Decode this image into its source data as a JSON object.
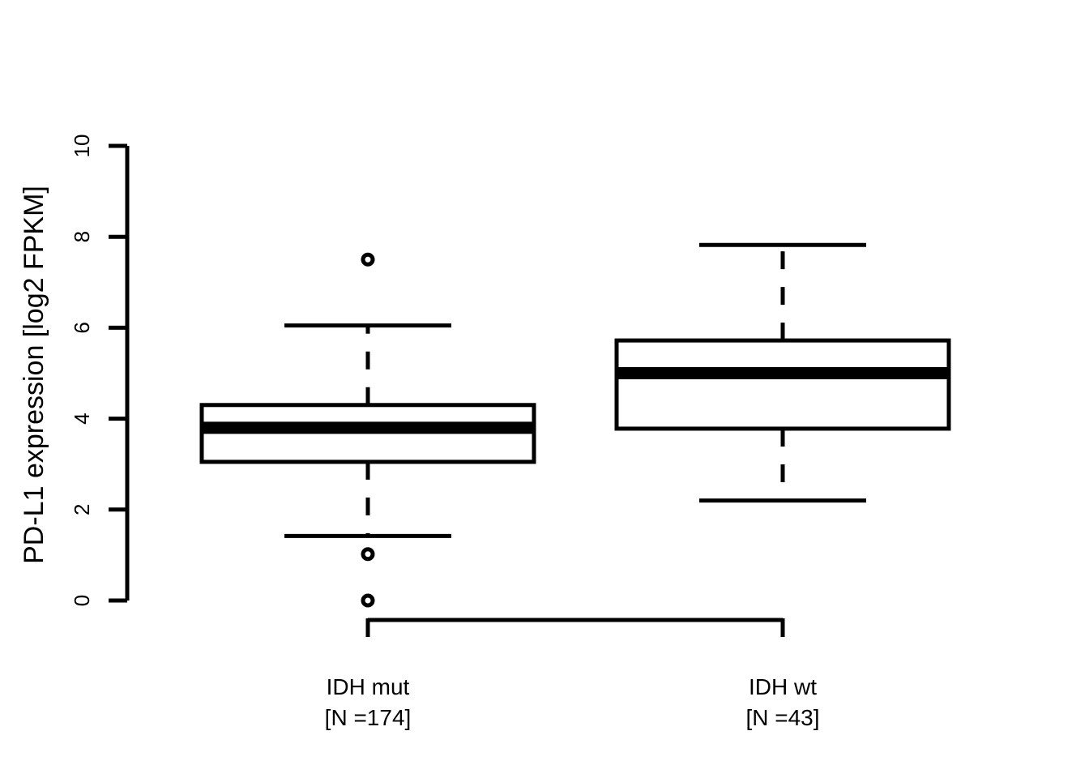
{
  "chart_data": {
    "type": "boxplot",
    "title": "",
    "xlabel": "",
    "ylabel": "PD-L1 expression [log2 FPKM]",
    "ylim": [
      0,
      10
    ],
    "yticks": [
      0,
      2,
      4,
      6,
      8,
      10
    ],
    "grid": false,
    "legend": "none",
    "categories": [
      {
        "label": "IDH mut",
        "n_label": "[N =174]"
      },
      {
        "label": "IDH wt",
        "n_label": "[N =43]"
      }
    ],
    "boxes": [
      {
        "whisker_low": 1.42,
        "q1": 3.05,
        "median": 3.8,
        "q3": 4.3,
        "whisker_high": 6.05,
        "outliers": [
          7.5,
          1.02,
          0.0
        ]
      },
      {
        "whisker_low": 2.2,
        "q1": 3.78,
        "median": 5.0,
        "q3": 5.72,
        "whisker_high": 7.82,
        "outliers": []
      }
    ],
    "comparison_bracket": {
      "from": 0,
      "to": 1
    }
  }
}
